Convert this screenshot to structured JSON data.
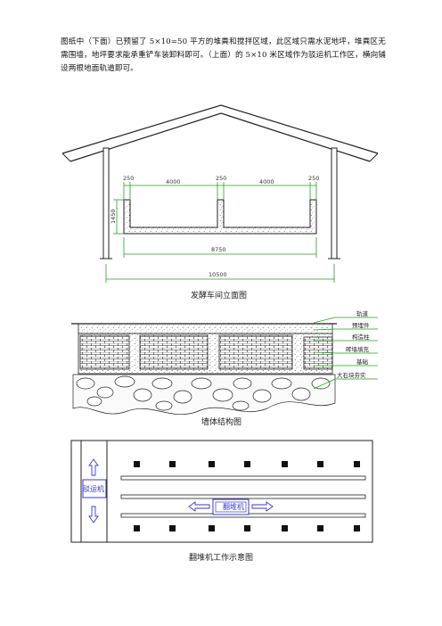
{
  "intro_text": "图纸中（下面）已预留了 5×10=50 平方的堆粪和搅拌区域，此区域只需水泥地坪，堆粪区无需围墙，地坪要求能承重铲车装卸料即可。（上面）的 5×10 米区域作为驳运机工作区，横向铺设两根地面轨道即可。",
  "figure1": {
    "caption": "发酵车间立面图",
    "dims": {
      "d250a": "250",
      "d4000a": "4000",
      "d250b": "250",
      "d4000b": "4000",
      "d250c": "250",
      "d1450": "1450",
      "d8750": "8750",
      "d10500": "10500"
    }
  },
  "figure2": {
    "caption": "墙体结构图",
    "labels": [
      "轨道",
      "预埋件",
      "构造柱",
      "砖墙填充",
      "基础",
      "大石块夯实"
    ]
  },
  "figure3": {
    "caption": "翻堆机工作示意图",
    "left_machine": "驳运机",
    "center_machine": "翻堆机"
  }
}
